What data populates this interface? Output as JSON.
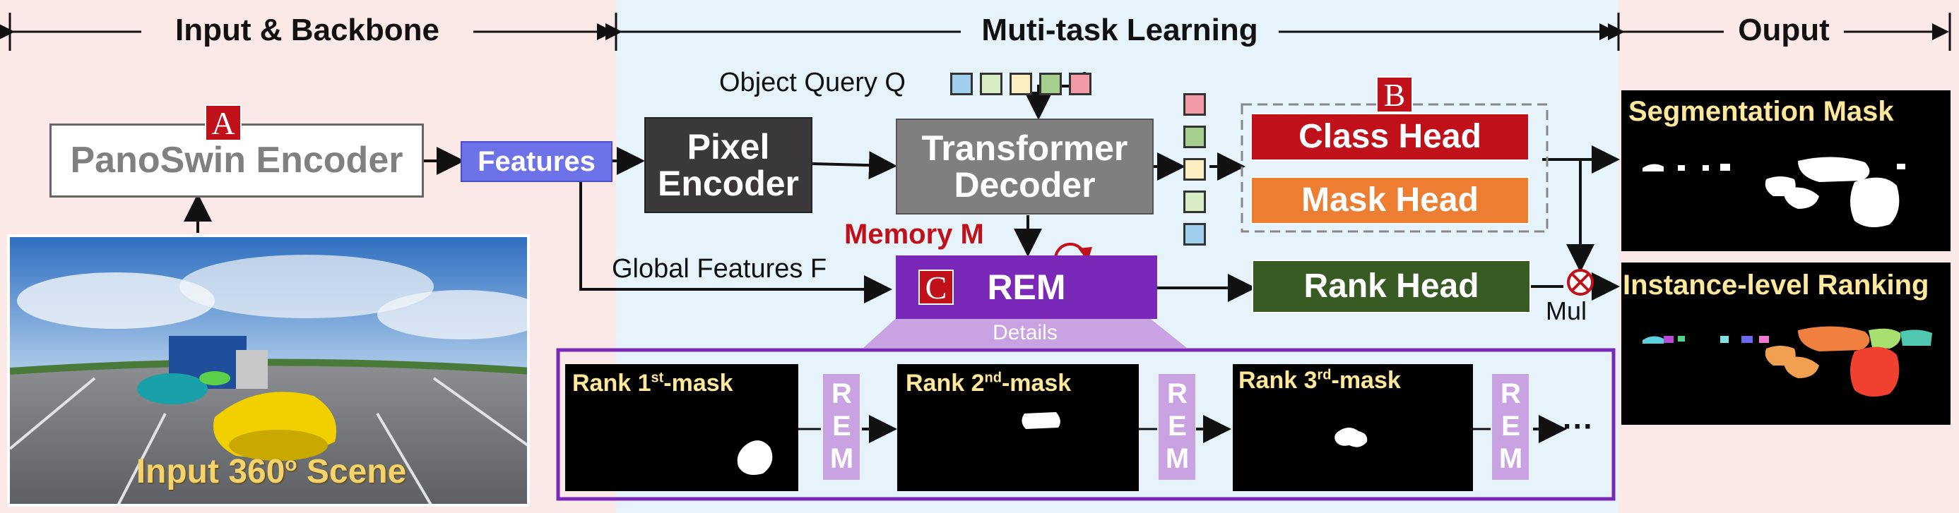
{
  "sections": {
    "input_backbone": "Input & Backbone",
    "multitask": "Muti-task Learning",
    "output": "Ouput"
  },
  "badges": {
    "a": "A",
    "b": "B",
    "c": "C"
  },
  "encoder": "PanoSwin Encoder",
  "features": "Features",
  "input_scene": {
    "text": "Input 360",
    "sup": "o",
    "text2": " Scene"
  },
  "object_query": "Object Query Q",
  "query_colors": [
    "#9fcfec",
    "#d8ecc6",
    "#fbeec0",
    "#a6cf8e",
    "#f29aa6"
  ],
  "pixel_encoder": {
    "line1": "Pixel",
    "line2": "Encoder"
  },
  "transformer_decoder": {
    "line1": "Transformer",
    "line2": "Decoder"
  },
  "stack_colors": [
    "#f29aa6",
    "#a6cf8e",
    "#fbeec0",
    "#d8ecc6",
    "#9fcfec"
  ],
  "class_head": "Class Head",
  "mask_head": "Mask Head",
  "memory": "Memory M",
  "global_features": "Global Features F",
  "rem": "REM",
  "rank_head": "Rank Head",
  "mul": "Mul",
  "details": "Details",
  "rank_masks": [
    {
      "prefix": "Rank 1",
      "sup": "st",
      "suffix": "-mask"
    },
    {
      "prefix": "Rank 2",
      "sup": "nd",
      "suffix": "-mask"
    },
    {
      "prefix": "Rank 3",
      "sup": "rd",
      "suffix": "-mask"
    }
  ],
  "rem_vertical": "REM",
  "ellipsis": "···",
  "outputs": {
    "segmentation": "Segmentation Mask",
    "ranking": "Instance-level Ranking"
  },
  "colors": {
    "red": "#c0101a",
    "purple": "#7a28b8",
    "green": "#385a23",
    "orange": "#ed7d31",
    "features_blue": "#6d72e8"
  }
}
